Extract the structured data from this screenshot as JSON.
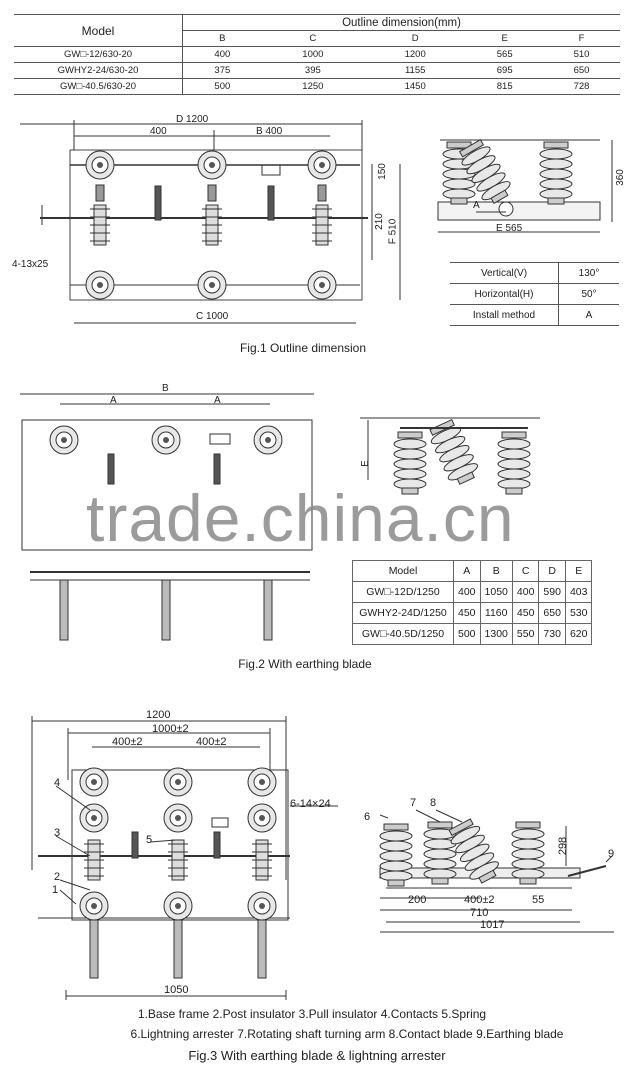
{
  "table1": {
    "model_header": "Model",
    "dim_header": "Outline dimension(mm)",
    "columns": [
      "B",
      "C",
      "D",
      "E",
      "F"
    ],
    "rows": [
      {
        "model": "GW□-12/630-20",
        "values": [
          "400",
          "1000",
          "1200",
          "565",
          "510"
        ]
      },
      {
        "model": "GWHY2-24/630-20",
        "values": [
          "375",
          "395",
          "1155",
          "695",
          "650"
        ]
      },
      {
        "model": "GW□-40.5/630-20",
        "values": [
          "500",
          "1250",
          "1450",
          "815",
          "728"
        ]
      }
    ]
  },
  "fig1": {
    "caption": "Fig.1 Outline dimension",
    "dims": {
      "d": "D  1200",
      "l400": "400",
      "b400": "B  400",
      "h150": "150",
      "h210": "210",
      "f510": "F  510",
      "holes": "4-13x25",
      "c1000": "C  1000",
      "e565": "E  565",
      "h360": "360",
      "a": "A"
    },
    "angle_table": [
      {
        "label": "Vertical(V)",
        "value": "130°"
      },
      {
        "label": "Horizontal(H)",
        "value": "50°"
      },
      {
        "label": "Install method",
        "value": "A"
      }
    ]
  },
  "fig2": {
    "caption": "Fig.2 With earthing blade",
    "dims": {
      "b": "B",
      "a1": "A",
      "a2": "A",
      "e": "E"
    },
    "table": {
      "headers": [
        "Model",
        "A",
        "B",
        "C",
        "D",
        "E"
      ],
      "rows": [
        [
          "GW□-12D/1250",
          "400",
          "1050",
          "400",
          "590",
          "403"
        ],
        [
          "GWHY2-24D/1250",
          "450",
          "1160",
          "450",
          "650",
          "530"
        ],
        [
          "GW□-40.5D/1250",
          "500",
          "1300",
          "550",
          "730",
          "620"
        ]
      ]
    }
  },
  "watermark": "trade.china.cn",
  "fig3": {
    "caption": "Fig.3 With earthing blade & lightning arrester",
    "dims": {
      "w1200": "1200",
      "w1000": "1000±2",
      "l1": "400±2",
      "l2": "400±2",
      "holes": "6-14×24",
      "w1050": "1050",
      "s200": "200",
      "s400": "400±2",
      "s55": "55",
      "s710": "710",
      "s1017": "1017",
      "h298": "298"
    },
    "parts": [
      "1",
      "2",
      "3",
      "4",
      "5",
      "6",
      "7",
      "8",
      "9"
    ],
    "legend1": "1.Base frame  2.Post insulator  3.Pull insulator  4.Contacts  5.Spring",
    "legend2": "6.Lightning arrester  7.Rotating shaft turning arm  8.Contact blade  9.Earthing blade"
  }
}
